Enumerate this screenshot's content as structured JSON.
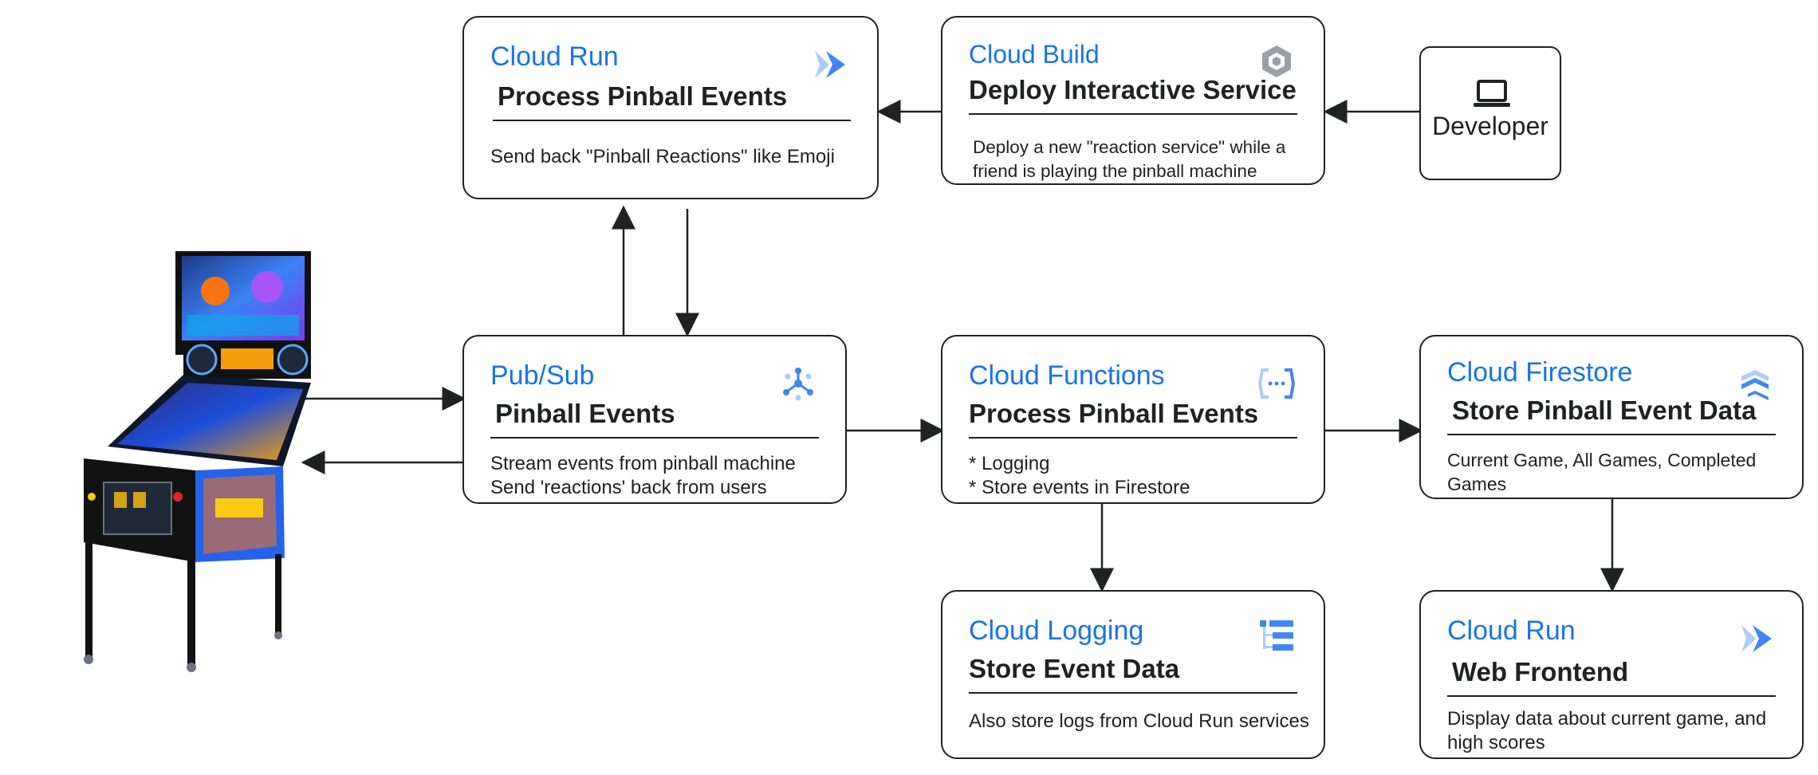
{
  "cards": {
    "cloud_run_process": {
      "service": "Cloud Run",
      "title": "Process Pinball Events",
      "desc": "Send back \"Pinball Reactions\" like Emoji"
    },
    "cloud_build": {
      "service": "Cloud Build",
      "title": "Deploy Interactive Service",
      "desc": "Deploy a new \"reaction service\" while a\nfriend is playing the pinball machine"
    },
    "pubsub": {
      "service": "Pub/Sub",
      "title": "Pinball Events",
      "desc": "Stream events from pinball machine\nSend 'reactions' back from users"
    },
    "cloud_functions": {
      "service": "Cloud Functions",
      "title": "Process Pinball Events",
      "desc": "* Logging\n* Store events in Firestore"
    },
    "cloud_firestore": {
      "service": "Cloud Firestore",
      "title": "Store Pinball Event Data",
      "desc": "Current Game, All Games, Completed\nGames"
    },
    "cloud_logging": {
      "service": "Cloud Logging",
      "title": "Store Event Data",
      "desc": "Also store logs from Cloud Run services"
    },
    "cloud_run_web": {
      "service": "Cloud Run",
      "title": "Web Frontend",
      "desc": "Display data about current game, and\nhigh scores"
    }
  },
  "developer": {
    "label": "Developer"
  },
  "icons": {
    "cloud_run": "cloud-run-icon",
    "cloud_build": "cloud-build-icon",
    "pubsub": "pubsub-icon",
    "cloud_functions": "cloud-functions-icon",
    "cloud_firestore": "cloud-firestore-icon",
    "cloud_logging": "cloud-logging-icon",
    "developer": "laptop-icon",
    "pinball": "pinball-machine-image"
  },
  "colors": {
    "service_blue": "#1a73e8",
    "icon_blue": "#4285f4",
    "icon_light_blue": "#aecbfa",
    "text": "#202124",
    "build_gray": "#9aa0a6"
  }
}
